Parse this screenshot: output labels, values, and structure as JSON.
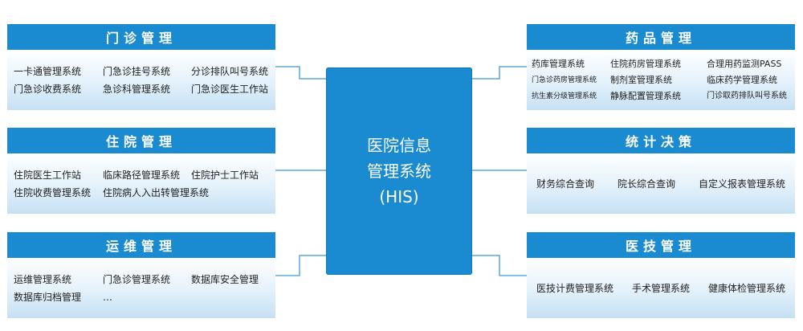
{
  "center": {
    "lines": [
      "医院信息",
      "管理系统",
      "(HIS)"
    ]
  },
  "left_modules": [
    {
      "title": "门诊管理",
      "items": [
        "一卡通管理系统",
        "门急诊挂号系统",
        "分诊排队叫号系统",
        "门急诊收费系统",
        "急诊科管理系统",
        "门急诊医生工作站"
      ]
    },
    {
      "title": "住院管理",
      "items": [
        "住院医生工作站",
        "临床路径管理系统",
        "住院护士工作站",
        "住院收费管理系统",
        "住院病人入出转管理系统"
      ]
    },
    {
      "title": "运维管理",
      "items": [
        "运维管理系统",
        "门急诊管理系统",
        "数据库安全管理",
        "数据库归档管理",
        "…"
      ]
    }
  ],
  "right_modules": [
    {
      "title": "药品管理",
      "items": [
        "药库管理系统",
        "住院药房管理系统",
        "合理用药监测PASS",
        "门急诊药房管理系统",
        "制剂室管理系统",
        "临床药学管理系统",
        "抗生素分级管理系统",
        "静脉配置管理系统",
        "门诊取药排队叫号系统"
      ]
    },
    {
      "title": "统计决策",
      "items": [
        "财务综合查询",
        "院长综合查询",
        "自定义报表管理系统"
      ]
    },
    {
      "title": "医技管理",
      "items": [
        "医技计费管理系统",
        "手术管理系统",
        "健康体检管理系统"
      ]
    }
  ]
}
